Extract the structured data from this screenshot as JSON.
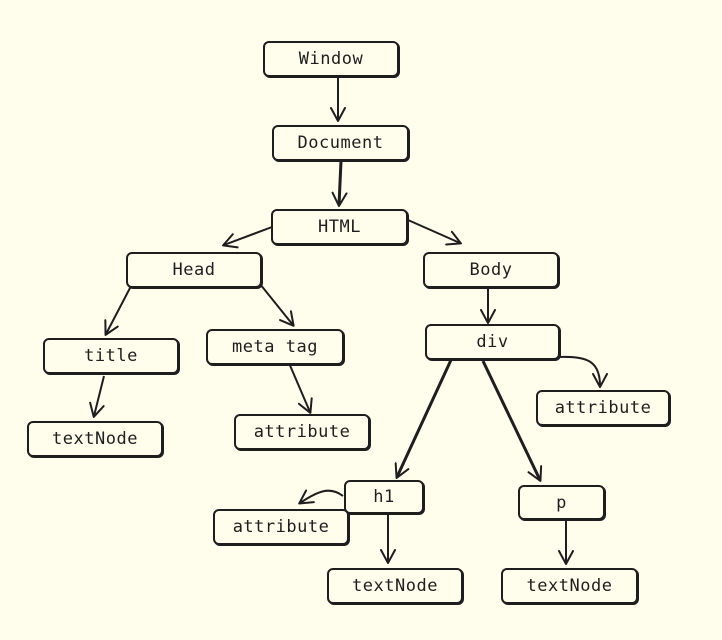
{
  "diagram": {
    "title": "",
    "nodes": {
      "window": "Window",
      "document": "Document",
      "html": "HTML",
      "head": "Head",
      "body": "Body",
      "title": "title",
      "meta_tag": "meta tag",
      "div": "div",
      "textnode_title": "textNode",
      "attribute_meta": "attribute",
      "attribute_div": "attribute",
      "h1": "h1",
      "p": "p",
      "attribute_h1": "attribute",
      "textnode_h1": "textNode",
      "textnode_p": "textNode"
    },
    "edges": [
      {
        "from": "window",
        "to": "document"
      },
      {
        "from": "document",
        "to": "html"
      },
      {
        "from": "html",
        "to": "head"
      },
      {
        "from": "html",
        "to": "body"
      },
      {
        "from": "head",
        "to": "title"
      },
      {
        "from": "head",
        "to": "meta_tag"
      },
      {
        "from": "title",
        "to": "textnode_title"
      },
      {
        "from": "meta_tag",
        "to": "attribute_meta"
      },
      {
        "from": "body",
        "to": "div"
      },
      {
        "from": "div",
        "to": "attribute_div"
      },
      {
        "from": "div",
        "to": "h1"
      },
      {
        "from": "div",
        "to": "p"
      },
      {
        "from": "h1",
        "to": "attribute_h1"
      },
      {
        "from": "h1",
        "to": "textnode_h1"
      },
      {
        "from": "p",
        "to": "textnode_p"
      }
    ],
    "colors": {
      "background": "#fffdec",
      "stroke": "#1e1e1e"
    }
  }
}
